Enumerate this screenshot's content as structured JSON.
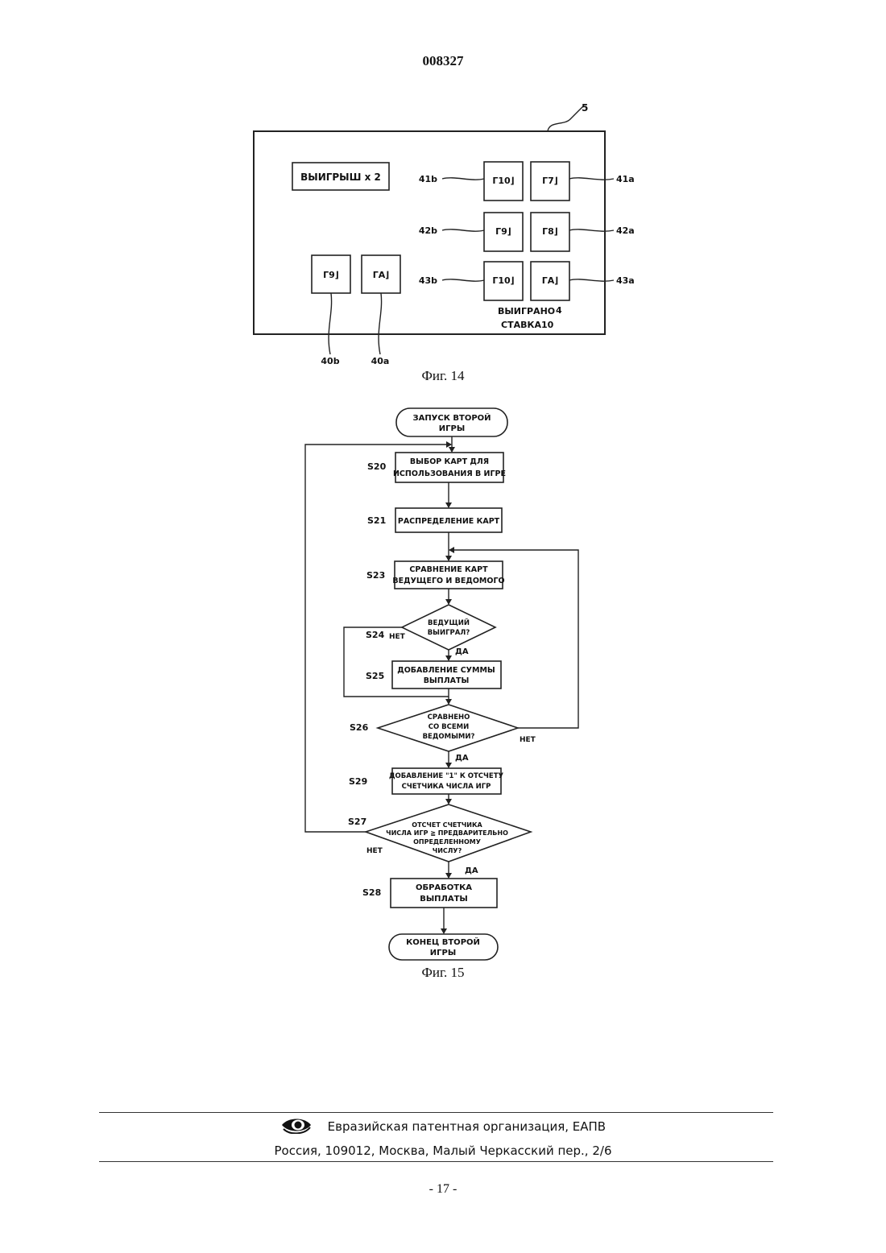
{
  "document": {
    "number": "008327"
  },
  "fig14": {
    "caption": "Фиг. 14",
    "ref_main": "5",
    "win_label": "ВЫИГРЫШ x 2",
    "card_40b": "Г9⌋",
    "card_40a": "ГA⌋",
    "ref_40b": "40b",
    "ref_40a": "40a",
    "card_41b": "Г10⌋",
    "card_41a": "Г7⌋",
    "card_42b": "Г9⌋",
    "card_42a": "Г8⌋",
    "card_43b": "Г10⌋",
    "card_43a": "ГA⌋",
    "ref_41b": "41b",
    "ref_41a": "41a",
    "ref_42b": "42b",
    "ref_42a": "42a",
    "ref_43b": "43b",
    "ref_43a": "43a",
    "won_label": "ВЫИГРАНО",
    "won_value": "4",
    "bet_label": "СТАВКА",
    "bet_value": "10"
  },
  "fig15": {
    "caption": "Фиг. 15",
    "start": [
      "ЗАПУСК ВТОРОЙ",
      "ИГРЫ"
    ],
    "s20": {
      "label": "S20",
      "text": [
        "ВЫБОР КАРТ ДЛЯ",
        "ИСПОЛЬЗОВАНИЯ В ИГРЕ"
      ]
    },
    "s21": {
      "label": "S21",
      "text": [
        "РАСПРЕДЕЛЕНИЕ КАРТ"
      ]
    },
    "s23": {
      "label": "S23",
      "text": [
        "СРАВНЕНИЕ КАРТ",
        "ВЕДУЩЕГО И ВЕДОМОГО"
      ]
    },
    "s24": {
      "label": "S24",
      "text": [
        "ВЕДУЩИЙ",
        "ВЫИГРАЛ?"
      ]
    },
    "s25": {
      "label": "S25",
      "text": [
        "ДОБАВЛЕНИЕ СУММЫ",
        "ВЫПЛАТЫ"
      ]
    },
    "s26": {
      "label": "S26",
      "text": [
        "СРАВНЕНО",
        "СО ВСЕМИ",
        "ВЕДОМЫМИ?"
      ]
    },
    "s29": {
      "label": "S29",
      "text": [
        "ДОБАВЛЕНИЕ \"1\" К ОТСЧЕТУ",
        "СЧЕТЧИКА ЧИСЛА ИГР"
      ]
    },
    "s27": {
      "label": "S27",
      "text": [
        "ОТСЧЕТ СЧЕТЧИКА",
        "ЧИСЛА ИГР ≧ ПРЕДВАРИТЕЛЬНО",
        "ОПРЕДЕЛЕННОМУ",
        "ЧИСЛУ?"
      ]
    },
    "s28": {
      "label": "S28",
      "text": [
        "ОБРАБОТКА",
        "ВЫПЛАТЫ"
      ]
    },
    "end": [
      "КОНЕЦ ВТОРОЙ",
      "ИГРЫ"
    ],
    "yes": "ДА",
    "no": "НЕТ"
  },
  "footer": {
    "organization": "Евразийская патентная организация, ЕАПВ",
    "address": "Россия, 109012, Москва, Малый Черкасский пер., 2/6",
    "page_number": "- 17 -"
  }
}
